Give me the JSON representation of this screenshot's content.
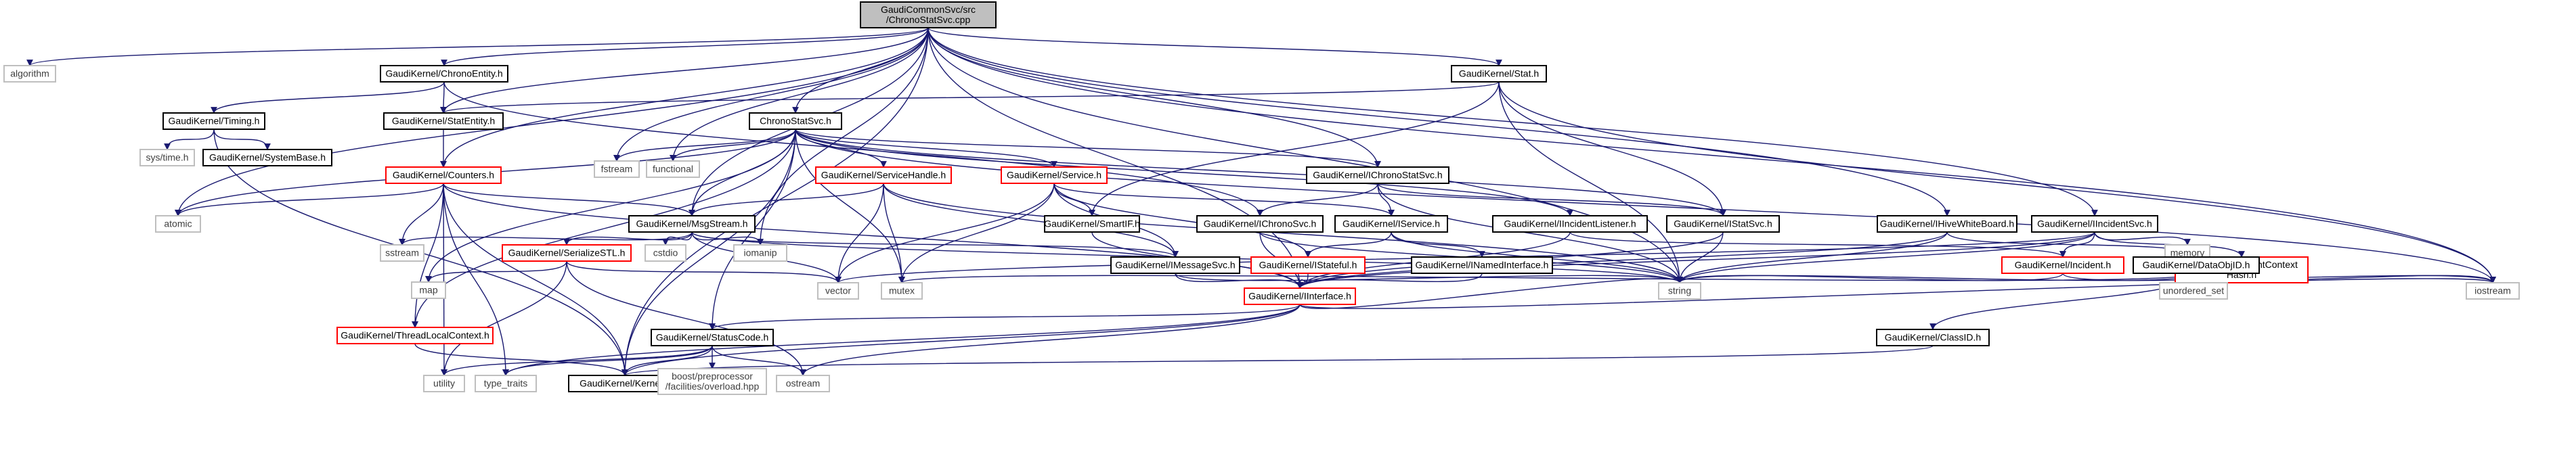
{
  "graph": {
    "colors": {
      "edge": "#191970",
      "root_fill": "#bfbfbf",
      "root_border": "#000000",
      "normal_border": "#000000",
      "incomplete_border": "#ff0000",
      "external_border": "#bfbfbf",
      "external_text": "#404040",
      "text": "#000000"
    },
    "nodes": [
      {
        "id": "root",
        "lines": [
          "GaudiCommonSvc/src",
          "/ChronoStatSvc.cpp"
        ],
        "style": "root"
      },
      {
        "id": "algorithm",
        "lines": [
          "algorithm"
        ],
        "style": "external"
      },
      {
        "id": "ChronoEntity",
        "lines": [
          "GaudiKernel/ChronoEntity.h"
        ],
        "style": "normal"
      },
      {
        "id": "Stat",
        "lines": [
          "GaudiKernel/Stat.h"
        ],
        "style": "normal"
      },
      {
        "id": "Timing",
        "lines": [
          "GaudiKernel/Timing.h"
        ],
        "style": "normal"
      },
      {
        "id": "StatEntity",
        "lines": [
          "GaudiKernel/StatEntity.h"
        ],
        "style": "normal"
      },
      {
        "id": "ChronoStatSvc",
        "lines": [
          "ChronoStatSvc.h"
        ],
        "style": "normal"
      },
      {
        "id": "systime",
        "lines": [
          "sys/time.h"
        ],
        "style": "external"
      },
      {
        "id": "SystemBase",
        "lines": [
          "GaudiKernel/SystemBase.h"
        ],
        "style": "normal"
      },
      {
        "id": "Counters",
        "lines": [
          "GaudiKernel/Counters.h"
        ],
        "style": "incomplete"
      },
      {
        "id": "fstream",
        "lines": [
          "fstream"
        ],
        "style": "external"
      },
      {
        "id": "functional",
        "lines": [
          "functional"
        ],
        "style": "external"
      },
      {
        "id": "ServiceHandle",
        "lines": [
          "GaudiKernel/ServiceHandle.h"
        ],
        "style": "incomplete"
      },
      {
        "id": "Service",
        "lines": [
          "GaudiKernel/Service.h"
        ],
        "style": "incomplete"
      },
      {
        "id": "IChronoStatSvc",
        "lines": [
          "GaudiKernel/IChronoStatSvc.h"
        ],
        "style": "normal"
      },
      {
        "id": "atomic",
        "lines": [
          "atomic"
        ],
        "style": "external"
      },
      {
        "id": "MsgStream",
        "lines": [
          "GaudiKernel/MsgStream.h"
        ],
        "style": "normal"
      },
      {
        "id": "SmartIF",
        "lines": [
          "GaudiKernel/SmartIF.h"
        ],
        "style": "normal"
      },
      {
        "id": "IChronoSvc",
        "lines": [
          "GaudiKernel/IChronoSvc.h"
        ],
        "style": "normal"
      },
      {
        "id": "IService",
        "lines": [
          "GaudiKernel/IService.h"
        ],
        "style": "normal"
      },
      {
        "id": "IIncidentListener",
        "lines": [
          "GaudiKernel/IIncidentListener.h"
        ],
        "style": "normal"
      },
      {
        "id": "IStatSvc",
        "lines": [
          "GaudiKernel/IStatSvc.h"
        ],
        "style": "normal"
      },
      {
        "id": "IHiveWhiteBoard",
        "lines": [
          "GaudiKernel/IHiveWhiteBoard.h"
        ],
        "style": "normal"
      },
      {
        "id": "IIncidentSvc",
        "lines": [
          "GaudiKernel/IIncidentSvc.h"
        ],
        "style": "normal"
      },
      {
        "id": "memory",
        "lines": [
          "memory"
        ],
        "style": "external"
      },
      {
        "id": "sstream",
        "lines": [
          "sstream"
        ],
        "style": "external"
      },
      {
        "id": "SerializeSTL",
        "lines": [
          "GaudiKernel/SerializeSTL.h"
        ],
        "style": "incomplete"
      },
      {
        "id": "cstdio",
        "lines": [
          "cstdio"
        ],
        "style": "external"
      },
      {
        "id": "iomanip",
        "lines": [
          "iomanip"
        ],
        "style": "external"
      },
      {
        "id": "IMessageSvc",
        "lines": [
          "GaudiKernel/IMessageSvc.h"
        ],
        "style": "normal"
      },
      {
        "id": "IStateful",
        "lines": [
          "GaudiKernel/IStateful.h"
        ],
        "style": "incomplete"
      },
      {
        "id": "INamedInterface",
        "lines": [
          "GaudiKernel/INamedInterface.h"
        ],
        "style": "normal"
      },
      {
        "id": "Incident",
        "lines": [
          "GaudiKernel/Incident.h"
        ],
        "style": "incomplete"
      },
      {
        "id": "EventContextHash",
        "lines": [
          "GaudiKernel/EventContext",
          "Hash.h"
        ],
        "style": "incomplete"
      },
      {
        "id": "DataObjID",
        "lines": [
          "GaudiKernel/DataObjID.h"
        ],
        "style": "normal"
      },
      {
        "id": "map",
        "lines": [
          "map"
        ],
        "style": "external"
      },
      {
        "id": "vector",
        "lines": [
          "vector"
        ],
        "style": "external"
      },
      {
        "id": "mutex",
        "lines": [
          "mutex"
        ],
        "style": "external"
      },
      {
        "id": "IInterface",
        "lines": [
          "GaudiKernel/IInterface.h"
        ],
        "style": "incomplete"
      },
      {
        "id": "string",
        "lines": [
          "string"
        ],
        "style": "external"
      },
      {
        "id": "iostream",
        "lines": [
          "iostream"
        ],
        "style": "external"
      },
      {
        "id": "unordered_set",
        "lines": [
          "unordered_set"
        ],
        "style": "external"
      },
      {
        "id": "ThreadLocalContext",
        "lines": [
          "GaudiKernel/ThreadLocalContext.h"
        ],
        "style": "incomplete"
      },
      {
        "id": "StatusCode",
        "lines": [
          "GaudiKernel/StatusCode.h"
        ],
        "style": "normal"
      },
      {
        "id": "ClassID",
        "lines": [
          "GaudiKernel/ClassID.h"
        ],
        "style": "normal"
      },
      {
        "id": "utility",
        "lines": [
          "utility"
        ],
        "style": "external"
      },
      {
        "id": "type_traits",
        "lines": [
          "type_traits"
        ],
        "style": "external"
      },
      {
        "id": "Kernel",
        "lines": [
          "GaudiKernel/Kernel.h"
        ],
        "style": "normal"
      },
      {
        "id": "boostpp",
        "lines": [
          "boost/preprocessor",
          "/facilities/overload.hpp"
        ],
        "style": "external"
      },
      {
        "id": "ostream",
        "lines": [
          "ostream"
        ],
        "style": "external"
      }
    ],
    "edges": [
      [
        "root",
        "algorithm"
      ],
      [
        "root",
        "ChronoEntity"
      ],
      [
        "root",
        "StatEntity"
      ],
      [
        "root",
        "Stat"
      ],
      [
        "root",
        "ChronoStatSvc"
      ],
      [
        "root",
        "fstream"
      ],
      [
        "root",
        "functional"
      ],
      [
        "root",
        "iomanip"
      ],
      [
        "root",
        "string"
      ],
      [
        "root",
        "iostream"
      ],
      [
        "root",
        "IChronoStatSvc"
      ],
      [
        "root",
        "IIncidentSvc"
      ],
      [
        "root",
        "IHiveWhiteBoard"
      ],
      [
        "root",
        "MsgStream"
      ],
      [
        "root",
        "Kernel"
      ],
      [
        "root",
        "IInterface"
      ],
      [
        "root",
        "Counters"
      ],
      [
        "root",
        "atomic"
      ],
      [
        "ChronoEntity",
        "Timing"
      ],
      [
        "ChronoEntity",
        "StatEntity"
      ],
      [
        "ChronoEntity",
        "IChronoSvc"
      ],
      [
        "Timing",
        "systime"
      ],
      [
        "Timing",
        "SystemBase"
      ],
      [
        "Timing",
        "Kernel"
      ],
      [
        "StatEntity",
        "Counters"
      ],
      [
        "Stat",
        "StatEntity"
      ],
      [
        "Stat",
        "IStatSvc"
      ],
      [
        "Stat",
        "SmartIF"
      ],
      [
        "Stat",
        "string"
      ],
      [
        "Stat",
        "iostream"
      ],
      [
        "Counters",
        "MsgStream"
      ],
      [
        "Counters",
        "atomic"
      ],
      [
        "Counters",
        "sstream"
      ],
      [
        "Counters",
        "utility"
      ],
      [
        "Counters",
        "Kernel"
      ],
      [
        "Counters",
        "ThreadLocalContext"
      ],
      [
        "Counters",
        "type_traits"
      ],
      [
        "Counters",
        "IInterface"
      ],
      [
        "ChronoStatSvc",
        "ServiceHandle"
      ],
      [
        "ChronoStatSvc",
        "Service"
      ],
      [
        "ChronoStatSvc",
        "IChronoStatSvc"
      ],
      [
        "ChronoStatSvc",
        "IIncidentListener"
      ],
      [
        "ChronoStatSvc",
        "IStatSvc"
      ],
      [
        "ChronoStatSvc",
        "MsgStream"
      ],
      [
        "ChronoStatSvc",
        "fstream"
      ],
      [
        "ChronoStatSvc",
        "functional"
      ],
      [
        "ChronoStatSvc",
        "atomic"
      ],
      [
        "ChronoStatSvc",
        "map"
      ],
      [
        "ChronoStatSvc",
        "mutex"
      ],
      [
        "ChronoStatSvc",
        "StatusCode"
      ],
      [
        "ChronoStatSvc",
        "ThreadLocalContext"
      ],
      [
        "ChronoStatSvc",
        "Kernel"
      ],
      [
        "ChronoStatSvc",
        "iostream"
      ],
      [
        "ServiceHandle",
        "MsgStream"
      ],
      [
        "ServiceHandle",
        "IMessageSvc"
      ],
      [
        "ServiceHandle",
        "vector"
      ],
      [
        "ServiceHandle",
        "mutex"
      ],
      [
        "ServiceHandle",
        "string"
      ],
      [
        "Service",
        "SmartIF"
      ],
      [
        "Service",
        "IService"
      ],
      [
        "Service",
        "IStateful"
      ],
      [
        "Service",
        "IMessageSvc"
      ],
      [
        "Service",
        "vector"
      ],
      [
        "Service",
        "mutex"
      ],
      [
        "IChronoStatSvc",
        "IChronoSvc"
      ],
      [
        "IChronoStatSvc",
        "IStatSvc"
      ],
      [
        "IChronoStatSvc",
        "IService"
      ],
      [
        "IChronoStatSvc",
        "string"
      ],
      [
        "MsgStream",
        "sstream"
      ],
      [
        "MsgStream",
        "cstdio"
      ],
      [
        "MsgStream",
        "iomanip"
      ],
      [
        "MsgStream",
        "SerializeSTL"
      ],
      [
        "MsgStream",
        "IMessageSvc"
      ],
      [
        "MsgStream",
        "string"
      ],
      [
        "MsgStream",
        "vector"
      ],
      [
        "SmartIF",
        "IInterface"
      ],
      [
        "IChronoSvc",
        "IInterface"
      ],
      [
        "IChronoSvc",
        "string"
      ],
      [
        "IService",
        "IStateful"
      ],
      [
        "IService",
        "INamedInterface"
      ],
      [
        "IService",
        "string"
      ],
      [
        "IIncidentListener",
        "IInterface"
      ],
      [
        "IIncidentListener",
        "Incident"
      ],
      [
        "IStatSvc",
        "IInterface"
      ],
      [
        "IStatSvc",
        "string"
      ],
      [
        "IHiveWhiteBoard",
        "DataObjID"
      ],
      [
        "IHiveWhiteBoard",
        "IInterface"
      ],
      [
        "IHiveWhiteBoard",
        "string"
      ],
      [
        "IIncidentSvc",
        "IInterface"
      ],
      [
        "IIncidentSvc",
        "Incident"
      ],
      [
        "IIncidentSvc",
        "string"
      ],
      [
        "IIncidentSvc",
        "vector"
      ],
      [
        "IIncidentSvc",
        "memory"
      ],
      [
        "IIncidentSvc",
        "EventContextHash"
      ],
      [
        "SerializeSTL",
        "vector"
      ],
      [
        "SerializeSTL",
        "map"
      ],
      [
        "SerializeSTL",
        "ostream"
      ],
      [
        "SerializeSTL",
        "utility"
      ],
      [
        "IMessageSvc",
        "IInterface"
      ],
      [
        "IMessageSvc",
        "string"
      ],
      [
        "IStateful",
        "IInterface"
      ],
      [
        "INamedInterface",
        "IInterface"
      ],
      [
        "Incident",
        "string"
      ],
      [
        "Incident",
        "iostream"
      ],
      [
        "DataObjID",
        "string"
      ],
      [
        "DataObjID",
        "unordered_set"
      ],
      [
        "DataObjID",
        "ClassID"
      ],
      [
        "DataObjID",
        "iostream"
      ],
      [
        "DataObjID",
        "mutex"
      ],
      [
        "IInterface",
        "StatusCode"
      ],
      [
        "IInterface",
        "Kernel"
      ],
      [
        "IInterface",
        "ostream"
      ],
      [
        "IInterface",
        "type_traits"
      ],
      [
        "IInterface",
        "string"
      ],
      [
        "IInterface",
        "iostream"
      ],
      [
        "StatusCode",
        "boostpp"
      ],
      [
        "StatusCode",
        "ostream"
      ],
      [
        "StatusCode",
        "type_traits"
      ],
      [
        "StatusCode",
        "utility"
      ],
      [
        "StatusCode",
        "Kernel"
      ],
      [
        "ThreadLocalContext",
        "Kernel"
      ],
      [
        "ClassID",
        "Kernel"
      ]
    ]
  }
}
